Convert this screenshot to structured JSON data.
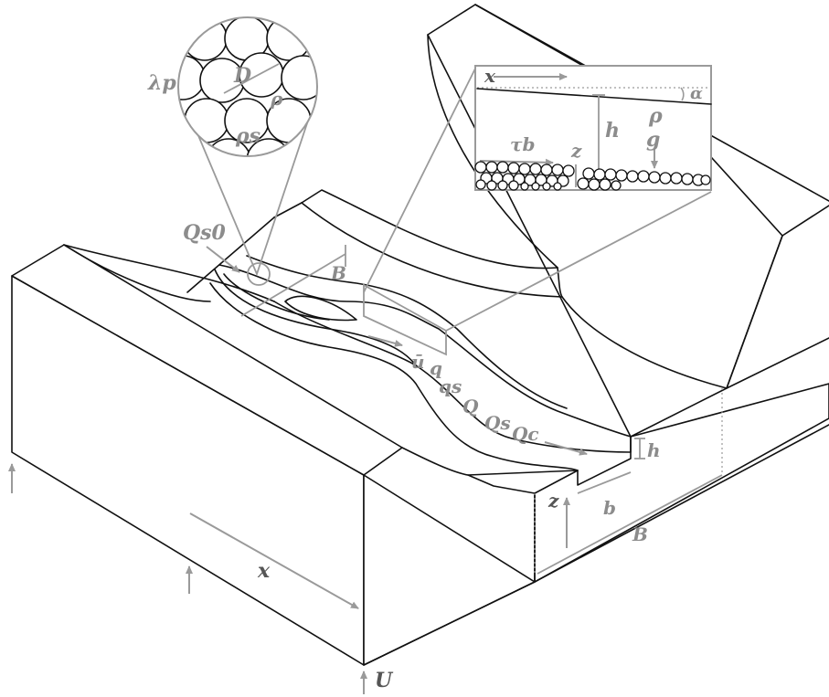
{
  "labels": {
    "lambda_p": "λp",
    "D": "D",
    "rho_fluid_zoom": "ρ",
    "rho_s": "ρs",
    "Q_s0": "Qs0",
    "B_top": "B",
    "x_inset": "x",
    "alpha": "α",
    "rho_inset": "ρ",
    "h_inset": "h",
    "g": "g",
    "tau_b": "τb",
    "z_inset": "z",
    "u_bar": "ū",
    "q": "q",
    "q_s": "qs",
    "Q": "Q",
    "Q_s": "Qs",
    "Q_c": "Qc",
    "h_channel": "h",
    "z_channel": "z",
    "b": "b",
    "B_bottom": "B",
    "x_front": "x",
    "U": "U"
  },
  "colors": {
    "outline": "#111111",
    "annotation": "#9a9a9a",
    "background": "#ffffff"
  }
}
